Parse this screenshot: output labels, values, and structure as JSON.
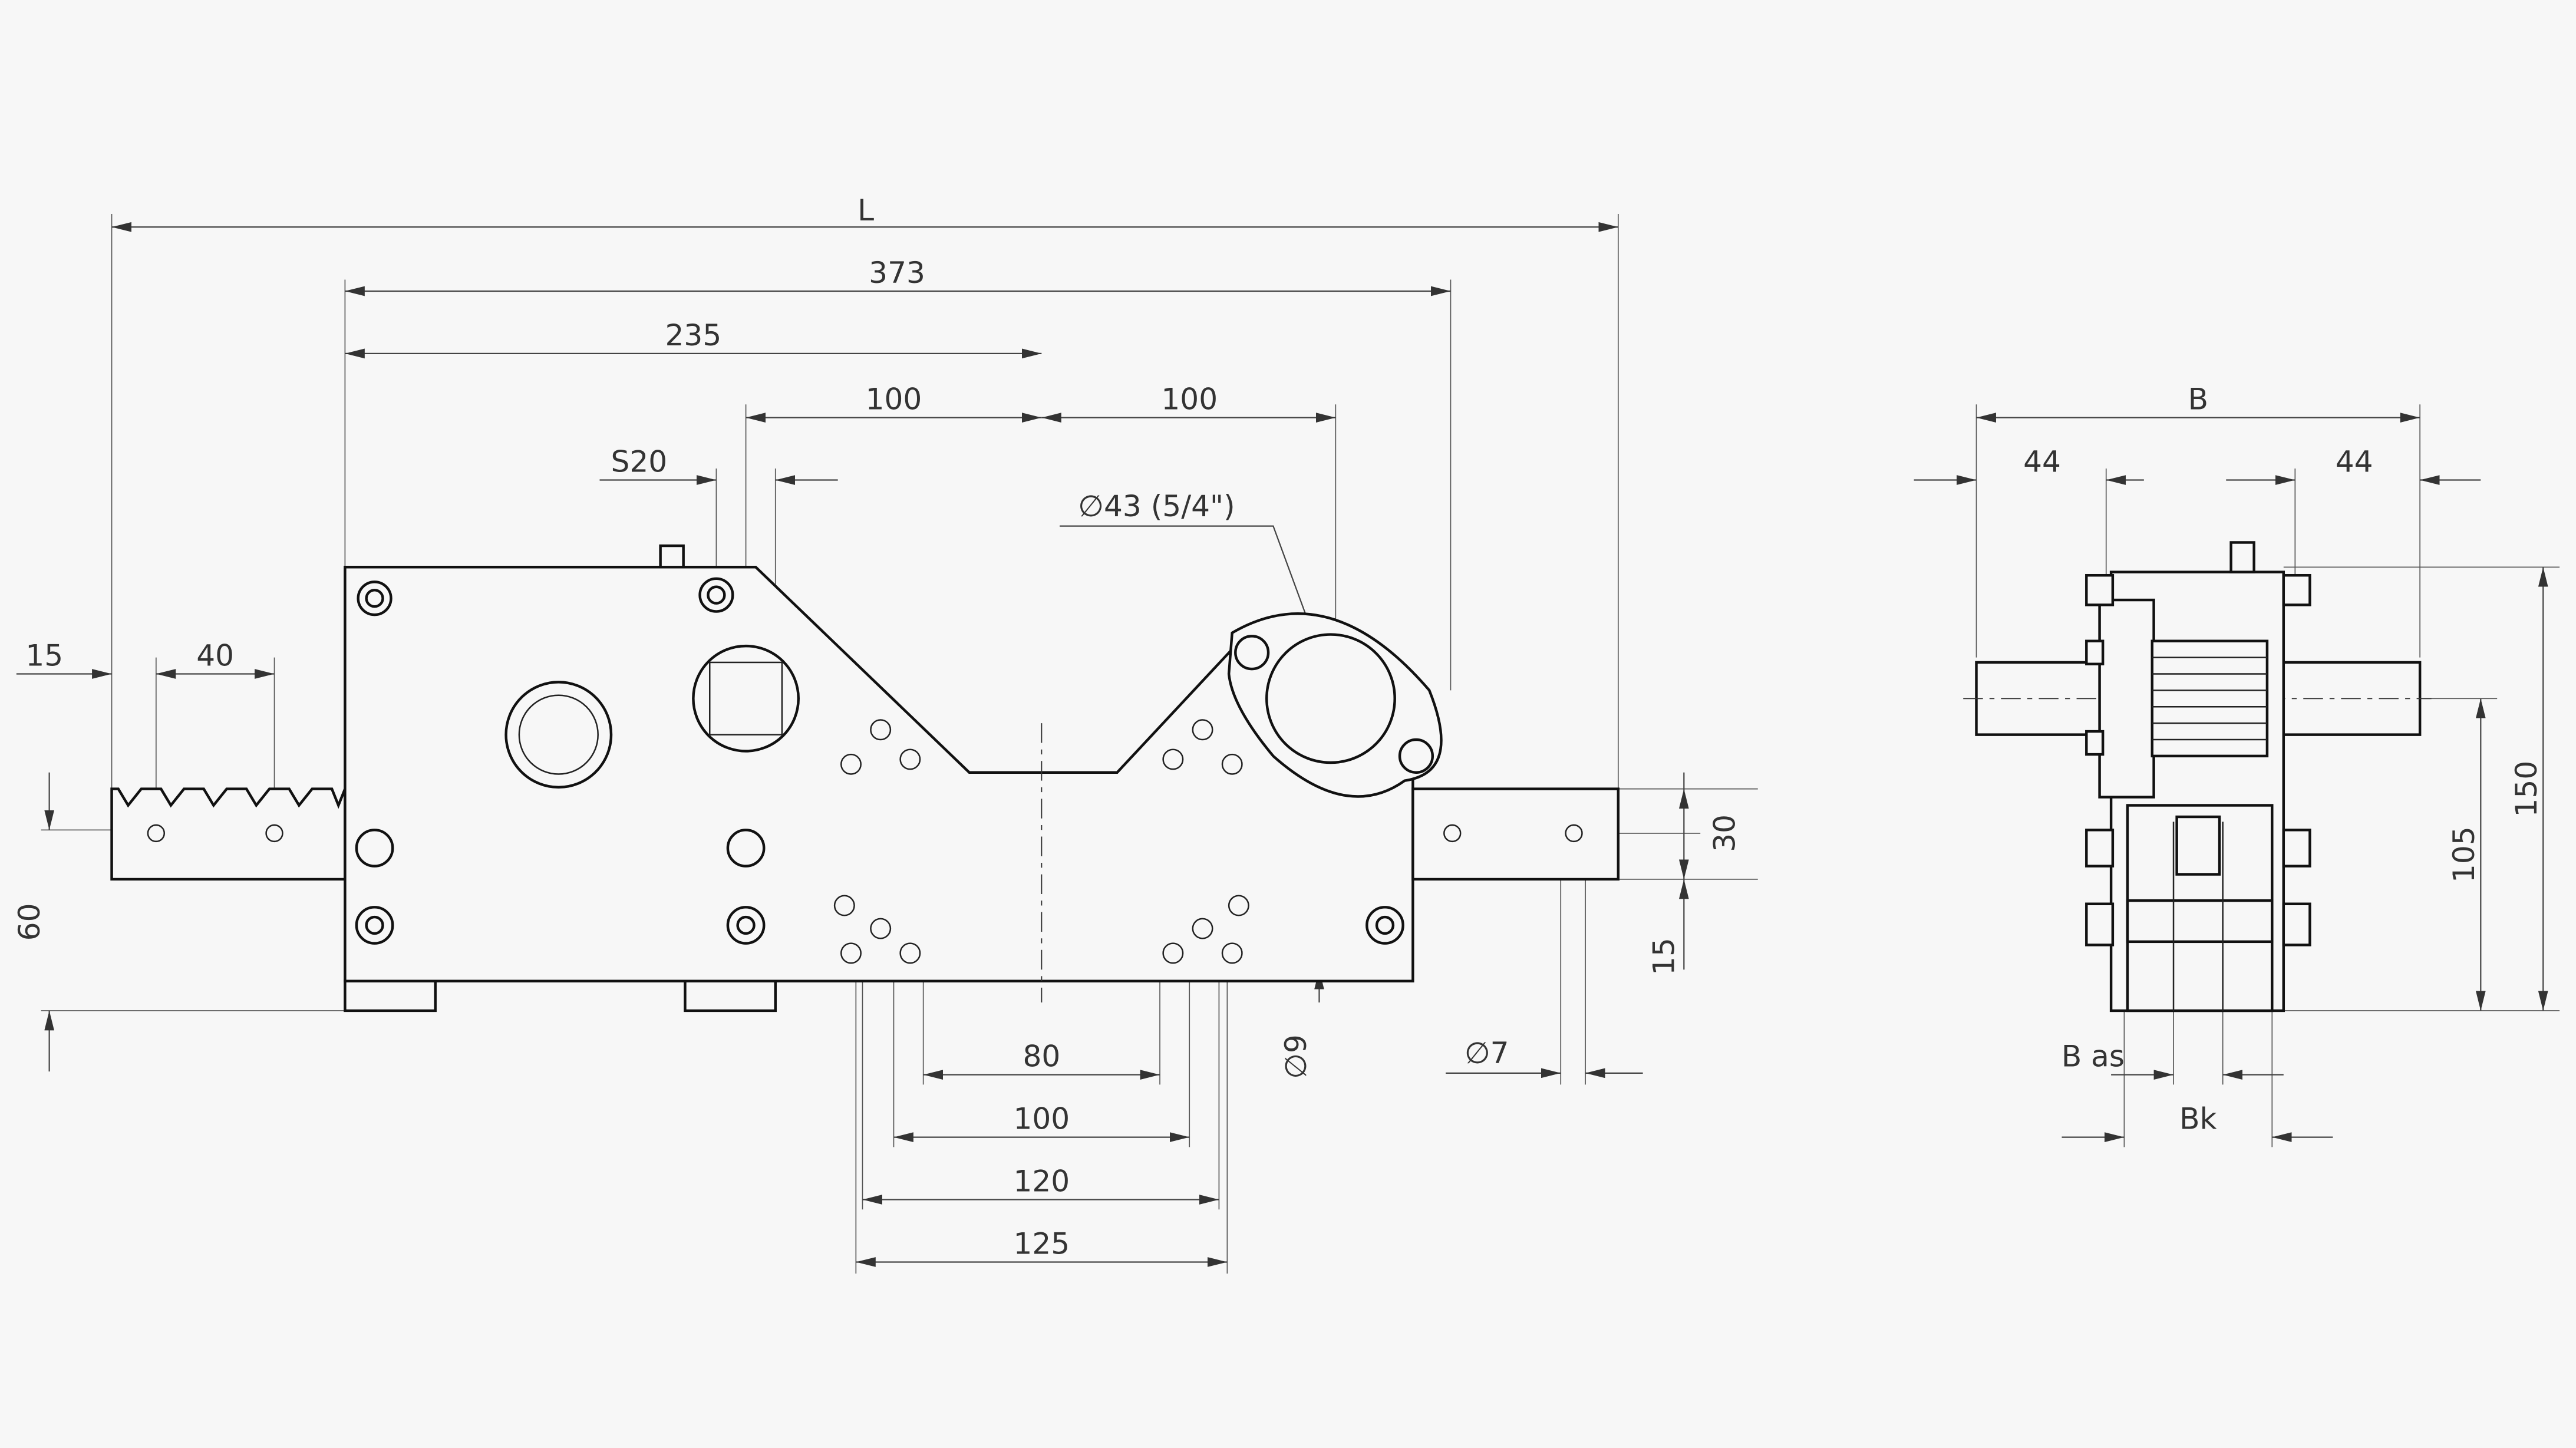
{
  "colors": {
    "background": "#f7f7f7",
    "line": "#111111",
    "dimension": "#444444"
  },
  "front_view": {
    "dim_L": "L",
    "dim_373": "373",
    "dim_235": "235",
    "dim_100_left": "100",
    "dim_100_right": "100",
    "dim_S20": "S20",
    "dim_dia43": "∅43 (5/4\")",
    "dim_15_rack": "15",
    "dim_40_pitch": "40",
    "dim_60": "60",
    "dim_30": "30",
    "dim_15_plate": "15",
    "dim_dia9": "∅9",
    "dim_dia7": "∅7",
    "dim_80": "80",
    "dim_100_bottom": "100",
    "dim_120": "120",
    "dim_125": "125"
  },
  "side_view": {
    "dim_B": "B",
    "dim_44_left": "44",
    "dim_44_right": "44",
    "dim_150": "150",
    "dim_105": "105",
    "dim_B_as": "B as",
    "dim_Bk": "Bk"
  }
}
